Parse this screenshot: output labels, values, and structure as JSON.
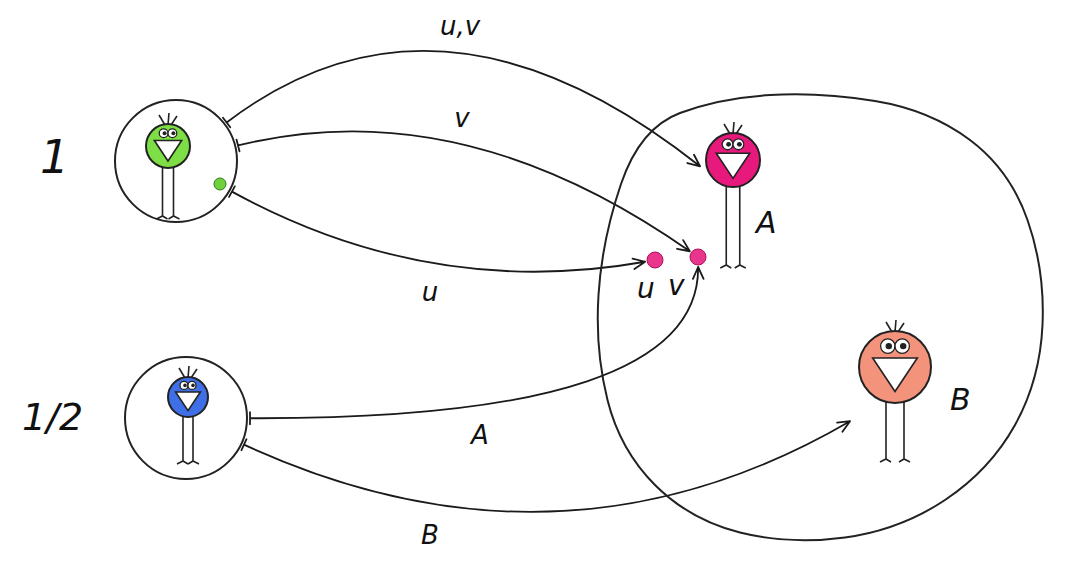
{
  "diagram": {
    "nodes": [
      {
        "text": [
          "1"
        ]
      },
      {
        "text": [
          "1/2"
        ]
      },
      {
        "text": []
      },
      {
        "text": [
          "A"
        ],
        "in": 2
      },
      {
        "text": [
          "u"
        ],
        "in": 2
      },
      {
        "text": [
          "v"
        ],
        "in": 2
      },
      {
        "text": [
          "B"
        ],
        "in": 2
      }
    ],
    "edges": [
      {
        "from": 0,
        "to": 3,
        "label": "u,v",
        "arrow": "to"
      },
      {
        "from": 0,
        "to": 5,
        "label": "v",
        "arrow": "to"
      },
      {
        "from": 0,
        "to": 4,
        "label": "u",
        "arrow": "to"
      },
      {
        "from": 1,
        "to": 5,
        "label": "A",
        "arrow": "to"
      },
      {
        "from": 1,
        "to": 6,
        "label": "B",
        "arrow": "to"
      }
    ]
  }
}
